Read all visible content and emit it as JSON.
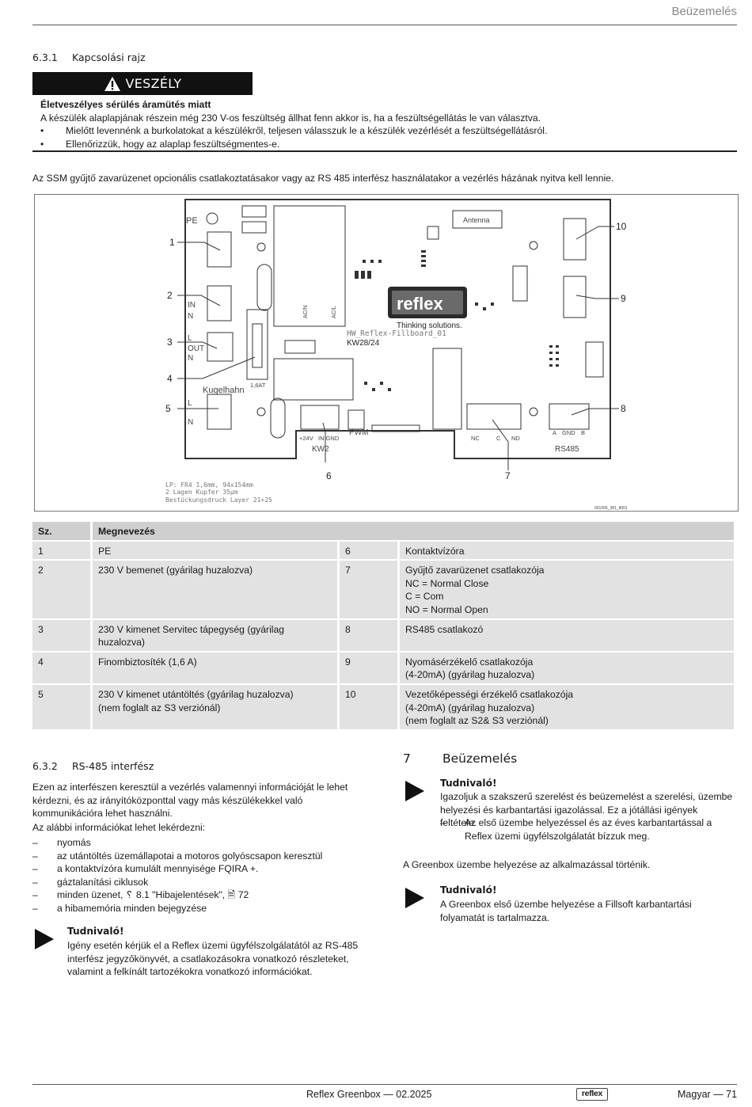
{
  "header": {
    "section_title": "Beüzemelés"
  },
  "sec631": {
    "num": "6.3.1",
    "title": "Kapcsolási rajz"
  },
  "danger": {
    "label": "VESZÉLY",
    "heading": "Életveszélyes sérülés áramütés miatt",
    "text": "A készülék alaplapjának részein még 230 V-os feszültség állhat fenn akkor is, ha a feszültségellátás le van választva.",
    "bullets": [
      "Mielőtt levennénk a burkolatokat a készülékről, teljesen válasszuk le a készülék vezérlését a feszültségellátásról.",
      "Ellenőrizzük, hogy az alaplap feszültségmentes-e."
    ]
  },
  "intro": "Az SSM gyűjtő zavarüzenet opcionális csatlakoztatásakor vagy az RS 485 interfész használatakor a vezérlés házának nyitva kell lennie.",
  "diagram": {
    "callouts": [
      "1",
      "2",
      "3",
      "4",
      "5",
      "6",
      "7",
      "8",
      "9",
      "10"
    ],
    "labels": {
      "pe": "PE",
      "in": "IN",
      "n1": "N",
      "l1": "L",
      "out": "OUT",
      "n2": "N",
      "l2": "L",
      "n3": "N",
      "kugelhahn": "Kugelhahn",
      "fuse": "1,6AT",
      "antenna": "Antenna",
      "brand": "reflex",
      "slogan": "Thinking solutions.",
      "board": "HW_Reflex-Fillboard_01",
      "kw": "KW28/24",
      "pwm": "PWM",
      "v24": "+24V",
      "in_gnd": "IN GND",
      "kw2": "KW2",
      "nc": "NC",
      "c": "C",
      "nd": "ND",
      "a": "A",
      "gnd": "GND",
      "b": "B",
      "rs485": "RS485",
      "acn": "AC/N",
      "acl": "AC/L",
      "lp1": "LP: FR4  1,6mm, 94x154mm",
      "lp2": "2 Lagen Kupfer 35µm",
      "lp3": "Bestückungsdruck Layer 21+25",
      "ref": "001006_381_8001"
    }
  },
  "parts_table": {
    "headers": [
      "Sz.",
      "Megnevezés"
    ],
    "rows": [
      {
        "n1": "1",
        "d1": [
          "PE"
        ],
        "n2": "6",
        "d2": [
          "Kontaktvízóra"
        ]
      },
      {
        "n1": "2",
        "d1": [
          "230 V bemenet (gyárilag huzalozva)"
        ],
        "n2": "7",
        "d2": [
          "Gyűjtő zavarüzenet csatlakozója",
          "NC = Normal Close",
          "C = Com",
          "NO = Normal Open"
        ]
      },
      {
        "n1": "3",
        "d1": [
          "230 V kimenet Servitec tápegység (gyárilag huzalozva)"
        ],
        "n2": "8",
        "d2": [
          "RS485 csatlakozó"
        ]
      },
      {
        "n1": "4",
        "d1": [
          "Finombiztosíték (1,6 A)"
        ],
        "n2": "9",
        "d2": [
          "Nyomásérzékelő csatlakozója",
          "(4-20mA) (gyárilag huzalozva)"
        ]
      },
      {
        "n1": "5",
        "d1": [
          "230 V kimenet utántöltés (gyárilag huzalozva)",
          "(nem foglalt az S3 verziónál)"
        ],
        "n2": "10",
        "d2": [
          "Vezetőképességi érzékelő csatlakozója",
          "(4-20mA) (gyárilag huzalozva)",
          "(nem foglalt az S2& S3 verziónál)"
        ]
      }
    ]
  },
  "sec632": {
    "num": "6.3.2",
    "title": "RS-485 interfész",
    "para1": "Ezen az interfészen keresztül a vezérlés valamennyi információját le lehet kérdezni, és az irányítóközponttal vagy más készülékekkel való kommunikációra lehet használni.",
    "para2": "Az alábbi információkat lehet lekérdezni:",
    "items": [
      "nyomás",
      "az utántöltés üzemállapotai a motoros golyóscsapon keresztül",
      "a kontaktvízóra kumulált mennyisége FQIRA +.",
      "gáztalanítási ciklusok",
      "minden üzenet, ␦ 8.1 \"Hibajelentések\", 🗎 72",
      "a hibamemória minden bejegyzése"
    ],
    "note_title": "Tudnivaló!",
    "note_text": "Igény esetén kérjük el a Reflex üzemi ügyfélszolgálatától az RS-485 interfész jegyzőkönyvét, a csatlakozásokra vonatkozó részleteket, valamint a felkínált tartozékokra vonatkozó információkat."
  },
  "sec7": {
    "num": "7",
    "title": "Beüzemelés",
    "note1_title": "Tudnivaló!",
    "note1_text": "Igazoljuk a szakszerű szerelést és beüzemelést a szerelési, üzembe helyezési és karbantartási igazolással. Ez a jótállási igények feltétele.",
    "note1_dash": "Az első üzembe helyezéssel és az éves karbantartással a Reflex üzemi ügyfélszolgálatát bízzuk meg.",
    "para": "A Greenbox üzembe helyezése az alkalmazással történik.",
    "note2_title": "Tudnivaló!",
    "note2_text": "A Greenbox első üzembe helyezése a Fillsoft karbantartási folyamatát is tartalmazza."
  },
  "footer": {
    "center": "Reflex Greenbox — 02.2025",
    "logo": "reflex",
    "right": "Magyar   — 71"
  }
}
